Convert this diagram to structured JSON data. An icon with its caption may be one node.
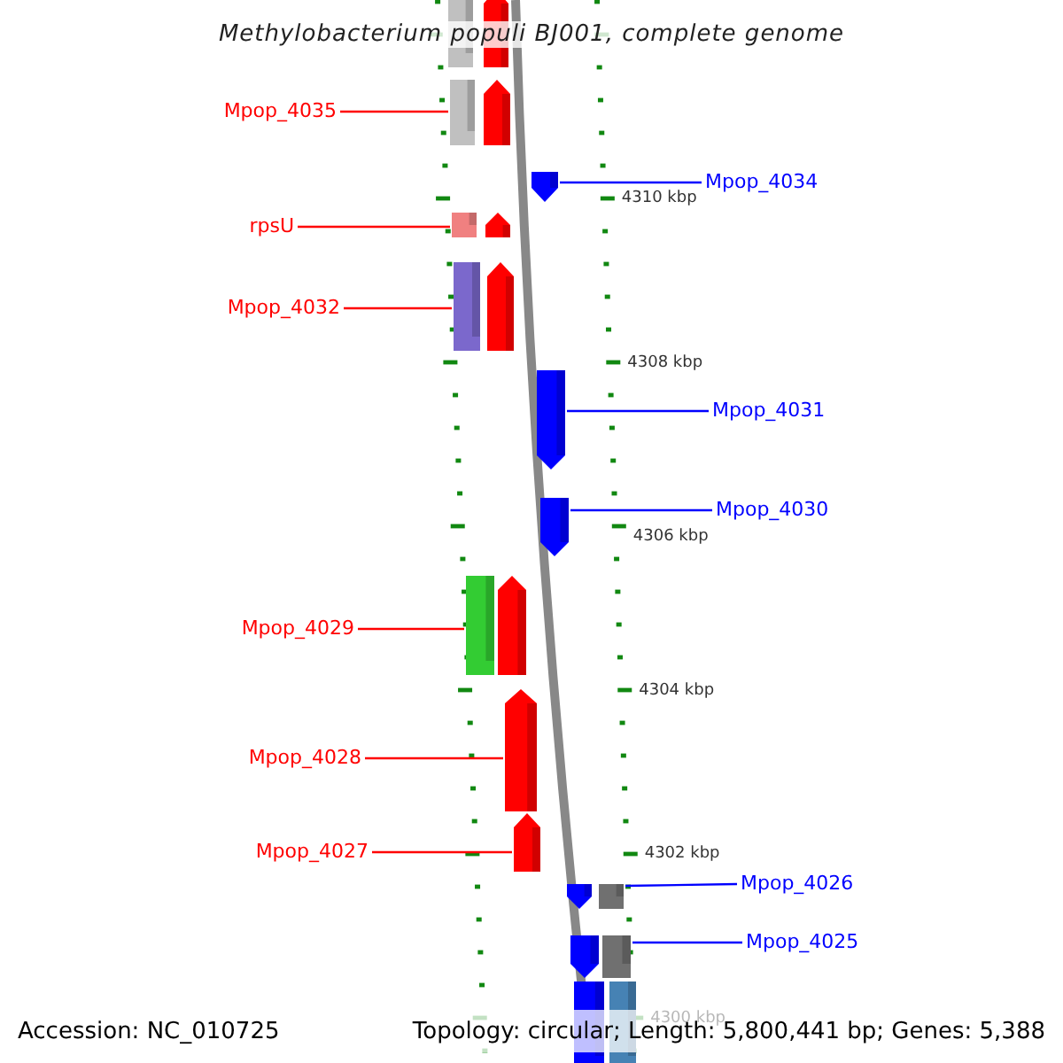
{
  "diagram": {
    "title": "Methylobacterium populi BJ001, complete genome",
    "nodes": [
      {
        "text": [
          "Mpop_4035"
        ]
      },
      {
        "text": [],
        "shape": "bar"
      },
      {
        "text": [
          "Mpop_4034"
        ]
      },
      {
        "text": [],
        "shape": "bar"
      },
      {
        "text": [
          "rpsU"
        ]
      },
      {
        "text": [],
        "shape": "bar"
      },
      {
        "text": [
          "Mpop_4032"
        ]
      },
      {
        "text": [],
        "shape": "bar"
      },
      {
        "text": [
          "Mpop_4031"
        ]
      },
      {
        "text": [],
        "shape": "bar"
      },
      {
        "text": [
          "Mpop_4030"
        ]
      },
      {
        "text": [],
        "shape": "bar"
      },
      {
        "text": [
          "Mpop_4029"
        ]
      },
      {
        "text": [],
        "shape": "bar"
      },
      {
        "text": [
          "Mpop_4028"
        ]
      },
      {
        "text": [],
        "shape": "bar"
      },
      {
        "text": [
          "Mpop_4027"
        ]
      },
      {
        "text": [],
        "shape": "bar"
      },
      {
        "text": [
          "Mpop_4026"
        ]
      },
      {
        "text": [],
        "shape": "bar"
      },
      {
        "text": [
          "Mpop_4025"
        ]
      },
      {
        "text": [],
        "shape": "bar"
      }
    ],
    "edges": [
      {
        "from": 0,
        "to": 1,
        "arrow": "none"
      },
      {
        "from": 2,
        "to": 3,
        "arrow": "none",
        "color": "#0000ff"
      },
      {
        "from": 4,
        "to": 5,
        "arrow": "none"
      },
      {
        "from": 6,
        "to": 7,
        "arrow": "none"
      },
      {
        "from": 8,
        "to": 9,
        "arrow": "none",
        "color": "#0000ff"
      },
      {
        "from": 10,
        "to": 11,
        "arrow": "none",
        "color": "#0000ff"
      },
      {
        "from": 12,
        "to": 13,
        "arrow": "none"
      },
      {
        "from": 14,
        "to": 15,
        "arrow": "none"
      },
      {
        "from": 16,
        "to": 17,
        "arrow": "none"
      },
      {
        "from": 18,
        "to": 19,
        "arrow": "none",
        "color": "#0000ff"
      },
      {
        "from": 20,
        "to": 21,
        "arrow": "none",
        "color": "#0000ff"
      }
    ],
    "labels": [
      "4310 kbp",
      "4308 kbp",
      "4306 kbp",
      "4304 kbp",
      "4302 kbp",
      "4300 kbp",
      "Accession: NC_010725",
      "Topology: circular; Length: 5,800,441 bp; Genes: 5,388"
    ]
  }
}
